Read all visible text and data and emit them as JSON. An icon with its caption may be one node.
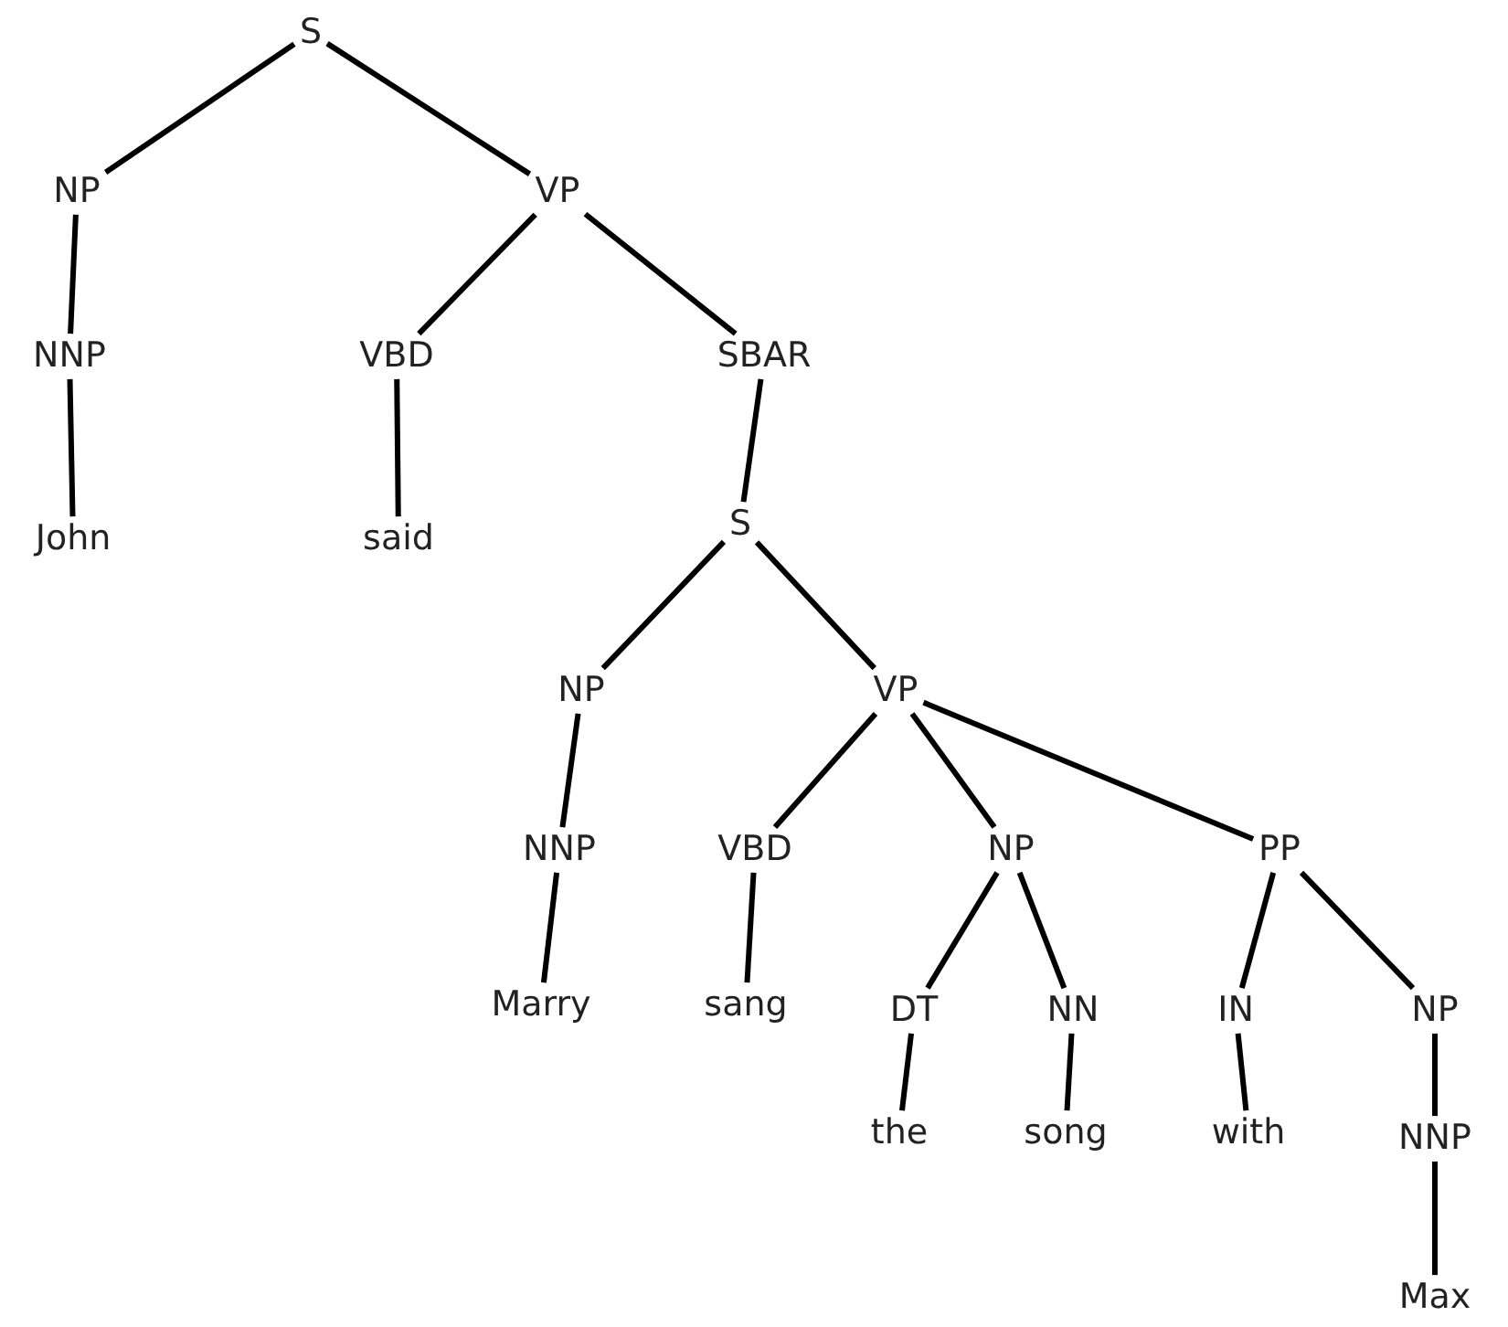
{
  "diagram": {
    "nodes": [
      {
        "text": [
          "S"
        ]
      },
      {
        "text": [
          "NP"
        ]
      },
      {
        "text": [
          "VP"
        ]
      },
      {
        "text": [
          "NNP"
        ]
      },
      {
        "text": [
          "VBD"
        ]
      },
      {
        "text": [
          "SBAR"
        ]
      },
      {
        "text": [
          "John"
        ]
      },
      {
        "text": [
          "said"
        ]
      },
      {
        "text": [
          "S"
        ]
      },
      {
        "text": [
          "NP"
        ]
      },
      {
        "text": [
          "VP"
        ]
      },
      {
        "text": [
          "NNP"
        ]
      },
      {
        "text": [
          "VBD"
        ]
      },
      {
        "text": [
          "NP"
        ]
      },
      {
        "text": [
          "PP"
        ]
      },
      {
        "text": [
          "Marry"
        ]
      },
      {
        "text": [
          "sang"
        ]
      },
      {
        "text": [
          "DT"
        ]
      },
      {
        "text": [
          "NN"
        ]
      },
      {
        "text": [
          "IN"
        ]
      },
      {
        "text": [
          "NP"
        ]
      },
      {
        "text": [
          "the"
        ]
      },
      {
        "text": [
          "song"
        ]
      },
      {
        "text": [
          "with"
        ]
      },
      {
        "text": [
          "NNP"
        ]
      },
      {
        "text": [
          "Max"
        ]
      }
    ],
    "edges": [
      {
        "from": 0,
        "to": 1,
        "arrow": "none"
      },
      {
        "from": 0,
        "to": 2,
        "arrow": "none"
      },
      {
        "from": 1,
        "to": 3,
        "arrow": "none"
      },
      {
        "from": 2,
        "to": 4,
        "arrow": "none"
      },
      {
        "from": 2,
        "to": 5,
        "arrow": "none"
      },
      {
        "from": 3,
        "to": 6,
        "arrow": "none"
      },
      {
        "from": 4,
        "to": 7,
        "arrow": "none"
      },
      {
        "from": 5,
        "to": 8,
        "arrow": "none"
      },
      {
        "from": 8,
        "to": 9,
        "arrow": "none"
      },
      {
        "from": 8,
        "to": 10,
        "arrow": "none"
      },
      {
        "from": 9,
        "to": 11,
        "arrow": "none"
      },
      {
        "from": 10,
        "to": 12,
        "arrow": "none"
      },
      {
        "from": 10,
        "to": 13,
        "arrow": "none"
      },
      {
        "from": 10,
        "to": 14,
        "arrow": "none"
      },
      {
        "from": 11,
        "to": 15,
        "arrow": "none"
      },
      {
        "from": 12,
        "to": 16,
        "arrow": "none"
      },
      {
        "from": 13,
        "to": 17,
        "arrow": "none"
      },
      {
        "from": 13,
        "to": 18,
        "arrow": "none"
      },
      {
        "from": 14,
        "to": 19,
        "arrow": "none"
      },
      {
        "from": 14,
        "to": 20,
        "arrow": "none"
      },
      {
        "from": 17,
        "to": 21,
        "arrow": "none"
      },
      {
        "from": 18,
        "to": 22,
        "arrow": "none"
      },
      {
        "from": 19,
        "to": 23,
        "arrow": "none"
      },
      {
        "from": 20,
        "to": 24,
        "arrow": "none"
      },
      {
        "from": 24,
        "to": 25,
        "arrow": "none"
      }
    ]
  }
}
